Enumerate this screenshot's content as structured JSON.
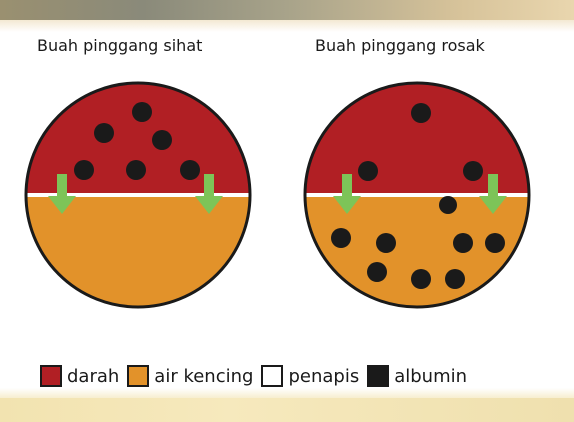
{
  "panels": {
    "healthy_title": "Buah pinggang sihat",
    "damaged_title": "Buah pinggang rosak"
  },
  "legend": {
    "blood": "darah",
    "urine": "air kencing",
    "filter": "penapis",
    "albumin": "albumin"
  },
  "colors": {
    "blood": "#b11f24",
    "urine": "#e2922a",
    "filter": "#ffffff",
    "albumin": "#1a1a1a",
    "arrow": "#7dc458",
    "outline": "#1a1a1a"
  }
}
